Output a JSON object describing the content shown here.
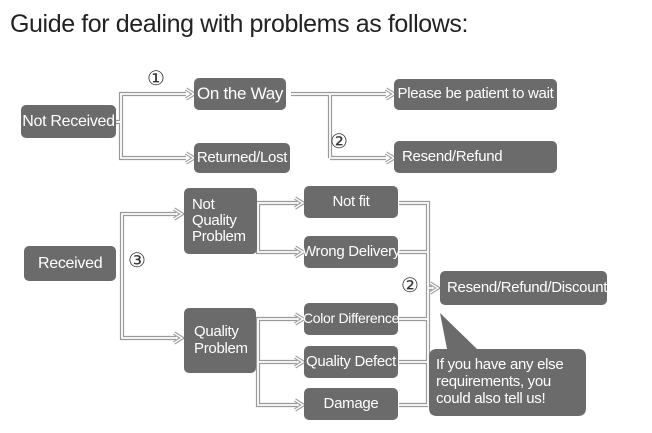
{
  "title": "Guide for dealing with problems as follows:",
  "markers": {
    "one": "①",
    "two": "②",
    "three": "③"
  },
  "not_received": {
    "label": "Not Received",
    "on_the_way": "On the Way",
    "returned_lost": "Returned/Lost",
    "wait": "Please be patient to wait",
    "resend_refund": "Resend/Refund"
  },
  "received": {
    "label": "Received",
    "not_quality_problem": "Not Quality Problem",
    "quality_problem": "Quality Problem",
    "not_fit": "Not fit",
    "wrong_delivery": "Wrong Delivery",
    "color_difference": "Color Difference",
    "quality_defect": "Quality Defect",
    "damage": "Damage",
    "resend_refund_discount": "Resend/Refund/Discount",
    "note": "If you have any else requirements, you could also tell us!"
  },
  "colors": {
    "box": "#6b6b6b",
    "line": "#d9d9d9",
    "line_edge": "#9a9a9a",
    "text": "#ffffff"
  }
}
